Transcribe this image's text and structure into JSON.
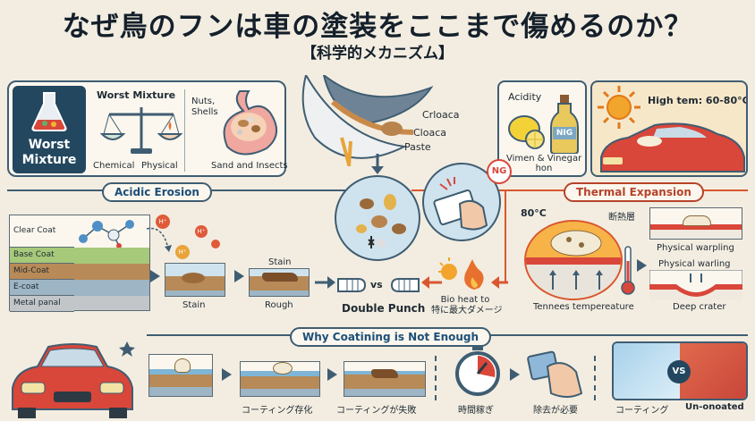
{
  "header": {
    "title": "なぜ鳥のフンは車の塗装をここまで傷めるのか？",
    "subtitle": "【科学的メカニズム】"
  },
  "worst": {
    "box_label": "Worst Mixture",
    "section_label": "Worst Mixture",
    "chemical": "Chemical",
    "physical": "Physical",
    "nuts_shells": "Nuts,\nShells",
    "sand_insects": "Sand and Insects"
  },
  "bird": {
    "cloaca_1": "Crloaca",
    "cloaca_2": "Cloaca",
    "paste": "Paste"
  },
  "acidity": {
    "label": "Acidity",
    "bottle_label": "NIG",
    "caption": "Vimen & Vinegar\nhon"
  },
  "heat": {
    "label": "High tem: 60-80°C"
  },
  "acidic": {
    "title": "Acidic Erosion",
    "layers": [
      "Clear Coat",
      "Base Coat",
      "Mid-Coat",
      "E-coat",
      "Metal panal"
    ],
    "ion": "H⁺",
    "stain_top": "Stain",
    "stain": "Stain",
    "rough": "Rough"
  },
  "center": {
    "ng": "NG",
    "vs": "vs",
    "double_punch": "Double Punch",
    "bio_heat": "Bio heat to\n特に最大ダメージ"
  },
  "thermal": {
    "title": "Thermal Expansion",
    "temp": "80°C",
    "insulation": "断熱層",
    "warp_1": "Physical warpling",
    "warp_2": "Physical warling",
    "temperature": "Tennees tempereature",
    "crater": "Deep crater"
  },
  "bottom": {
    "title": "Why Coatining is Not Enough",
    "step1": "コーティング存化",
    "step2": "コーティングが失敗",
    "step3": "時間稼ぎ",
    "step4": "除去が必要",
    "coated": "コーティング",
    "vs": "VS",
    "uncoated": "Un-onoated"
  },
  "colors": {
    "navy": "#23475f",
    "orange": "#d9572f",
    "paper": "#f3ede1",
    "car_red": "#d9463a"
  }
}
